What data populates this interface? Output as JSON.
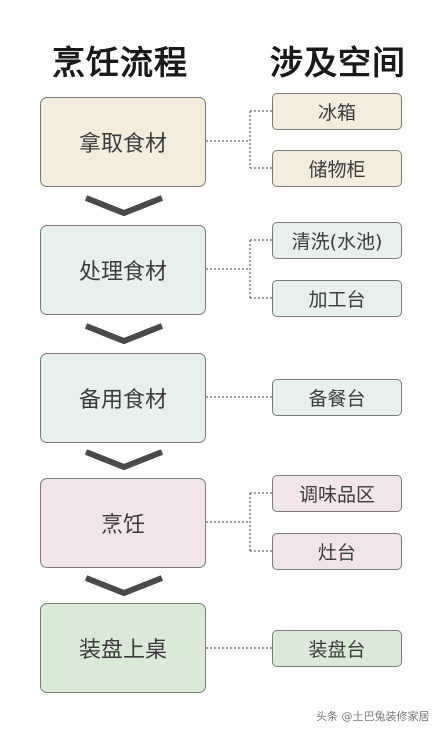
{
  "headers": {
    "process": "烹饪流程",
    "spaces": "涉及空间"
  },
  "steps": [
    {
      "label": "拿取食材",
      "color": "#f4ecdd",
      "spaces": [
        "冰箱",
        "储物柜"
      ]
    },
    {
      "label": "处理食材",
      "color": "#e7f0ec",
      "spaces": [
        "清洗(水池)",
        "加工台"
      ]
    },
    {
      "label": "备用食材",
      "color": "#e7f0ec",
      "spaces": [
        "备餐台"
      ]
    },
    {
      "label": "烹饪",
      "color": "#f1e5ea",
      "spaces": [
        "调味品区",
        "灶台"
      ]
    },
    {
      "label": "装盘上桌",
      "color": "#d9ebd6",
      "spaces": [
        "装盘台"
      ]
    }
  ],
  "watermark": "头条 @土巴兔装修家居",
  "colors": {
    "chevron": "#4a4a4a",
    "border": "#7a7a7a",
    "connector": "#666666"
  }
}
